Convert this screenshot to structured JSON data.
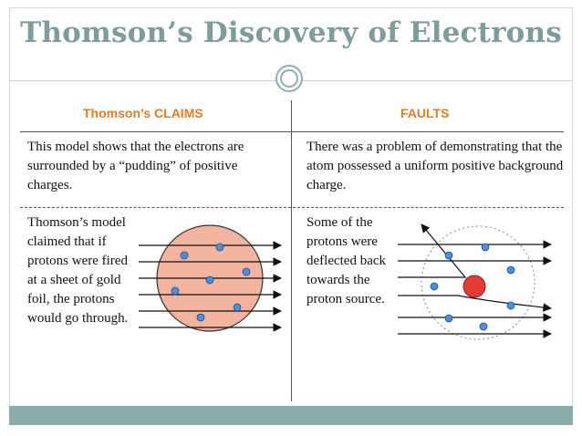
{
  "slide": {
    "title": "Thomson’s Discovery of Electrons",
    "colors": {
      "title": "#7d9d9c",
      "accent": "#e07b28",
      "bar": "#89adac",
      "nucleus": "#e53935",
      "electron": "#4a90d9",
      "pudding": "#f2b49e"
    }
  },
  "table": {
    "left_header": "Thomson’s CLAIMS",
    "right_header": "FAULTS",
    "left_row1": "This model shows that the electrons are surrounded by a “pudding” of positive charges.",
    "right_row1": "There was a problem of demonstrating that the atom possessed a uniform positive background charge.",
    "left_row2": "Thomson’s model claimed that if protons were fired at a sheet of gold foil, the protons would go through.",
    "right_row2": "Some of the protons were deflected back towards the proton source."
  },
  "icons": {
    "left_diagram": "plum-pudding-atom-diagram",
    "right_diagram": "rutherford-scattering-diagram",
    "divider_ornament": "circle-ornament-icon"
  }
}
